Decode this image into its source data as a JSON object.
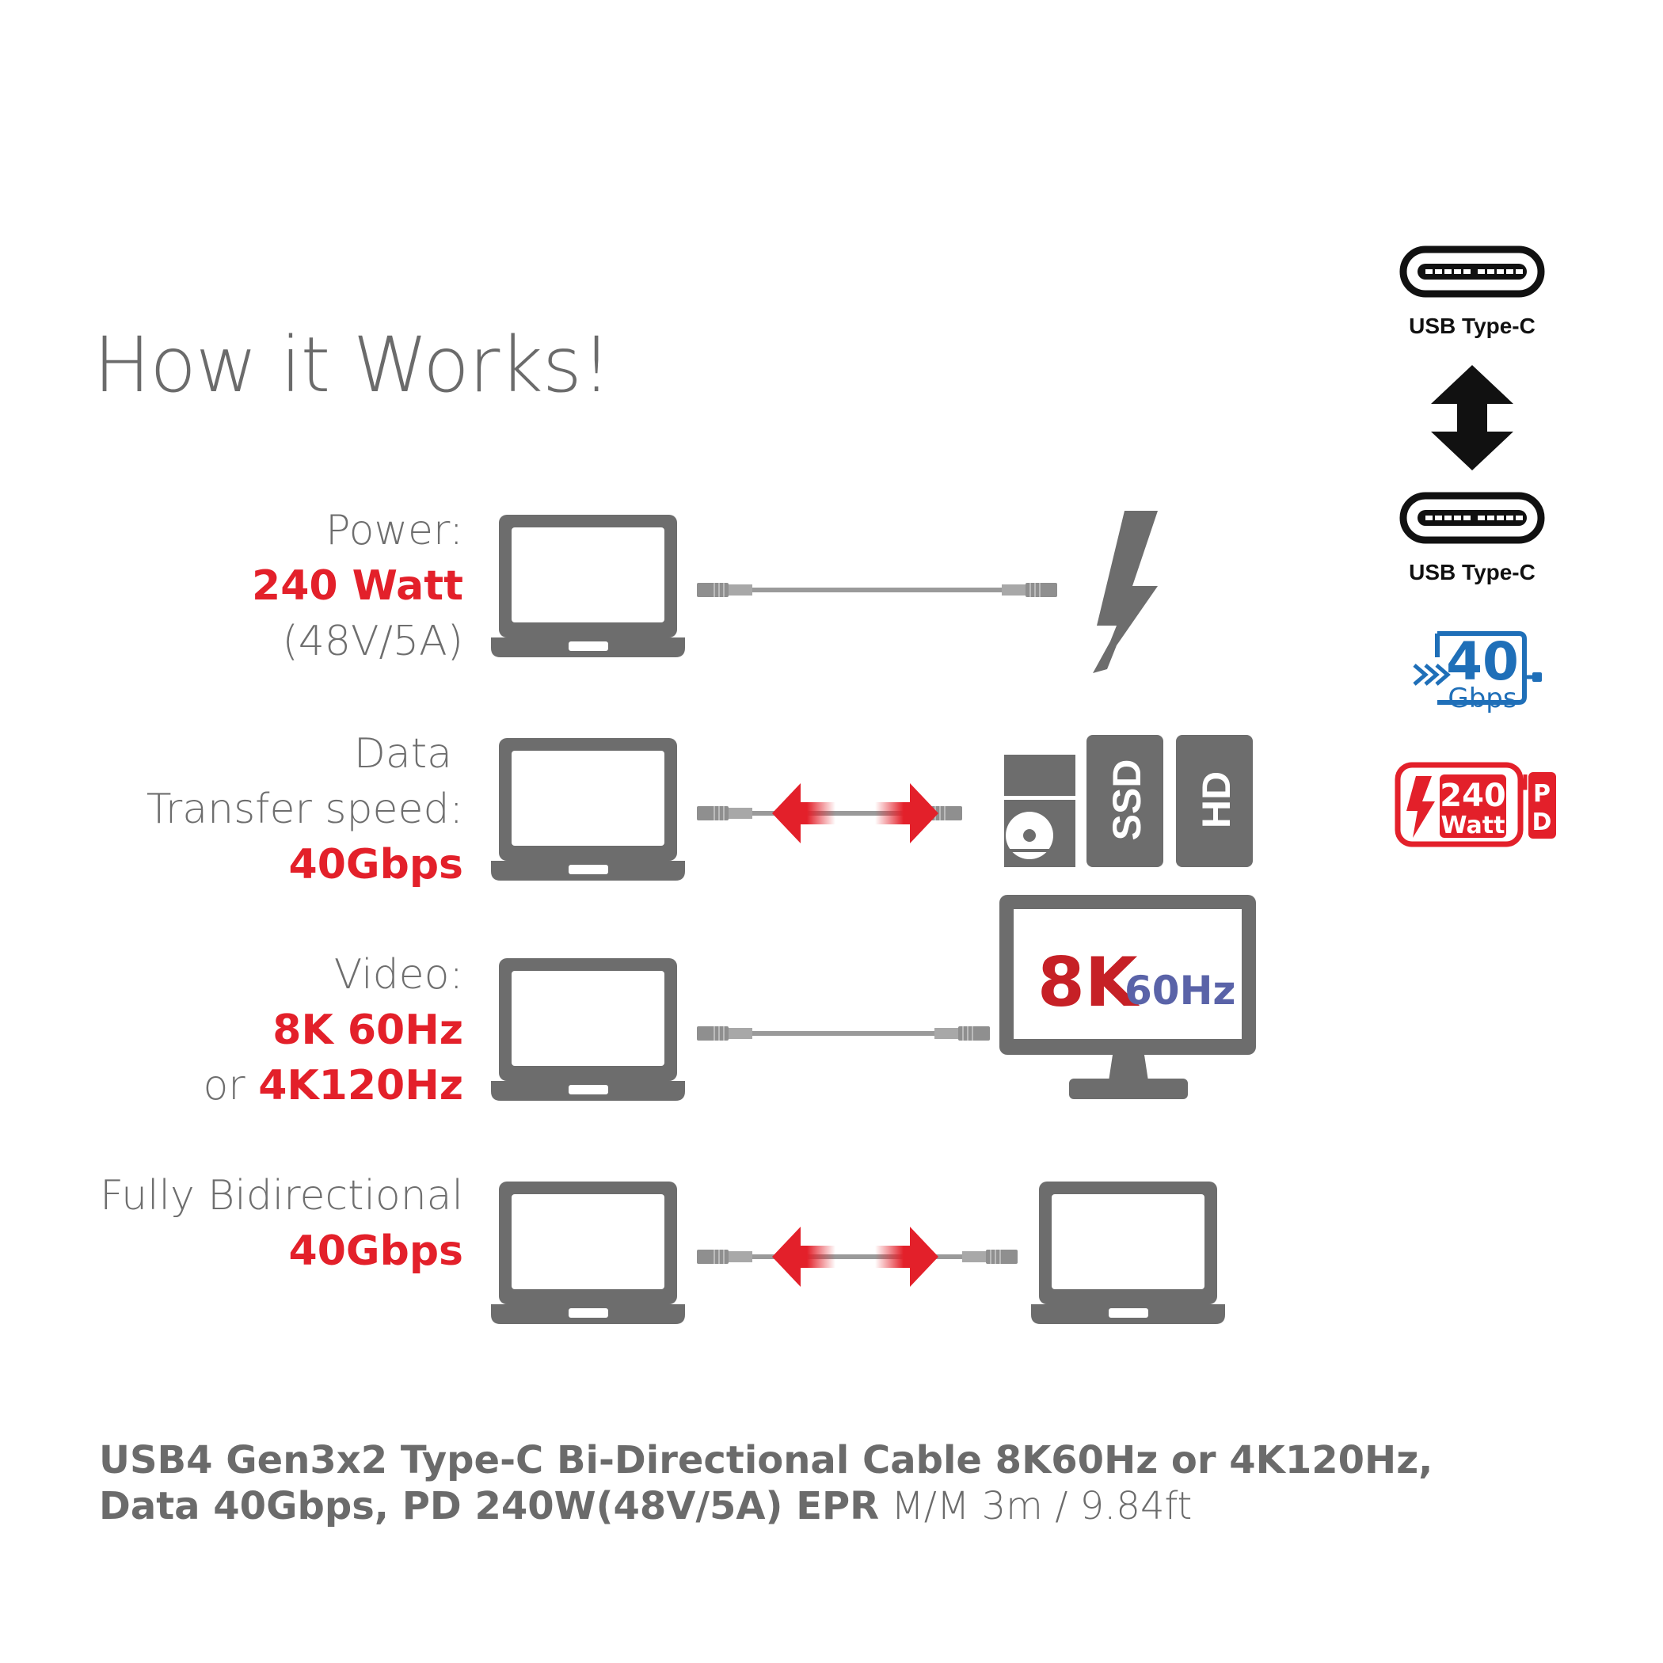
{
  "title": "How it Works!",
  "rows": {
    "power": {
      "label": "Power:",
      "value": "240 Watt",
      "sub": "(48V/5A)"
    },
    "data": {
      "label1": "Data",
      "label2": "Transfer speed:",
      "value": "40Gbps"
    },
    "video": {
      "label": "Video:",
      "value": "8K 60Hz",
      "or_prefix": "or",
      "value2": "4K120Hz"
    },
    "bidir": {
      "label": "Fully Bidirectional",
      "value": "40Gbps"
    }
  },
  "devices": {
    "ssd_label": "SSD",
    "hd_label": "HD",
    "monitor_badge_8k": "8K",
    "monitor_badge_hz": "60Hz"
  },
  "sidebar": {
    "connector_top_label": "USB Type-C",
    "connector_bottom_label": "USB Type-C",
    "speed_badge_value": "40",
    "speed_badge_unit": "Gbps",
    "power_badge_value": "240",
    "power_badge_unit": "Watt",
    "power_badge_pd": "PD"
  },
  "footer": {
    "line1": "USB4 Gen3x2 Type-C Bi-Directional Cable 8K60Hz or 4K120Hz,",
    "line2_bold": "Data 40Gbps, PD 240W(48V/5A) EPR",
    "line2_light": " M/M 3m / 9.84ft"
  },
  "colors": {
    "accent_red": "#e3202a",
    "gray": "#6b6b6b",
    "blue": "#1f6fb8"
  }
}
